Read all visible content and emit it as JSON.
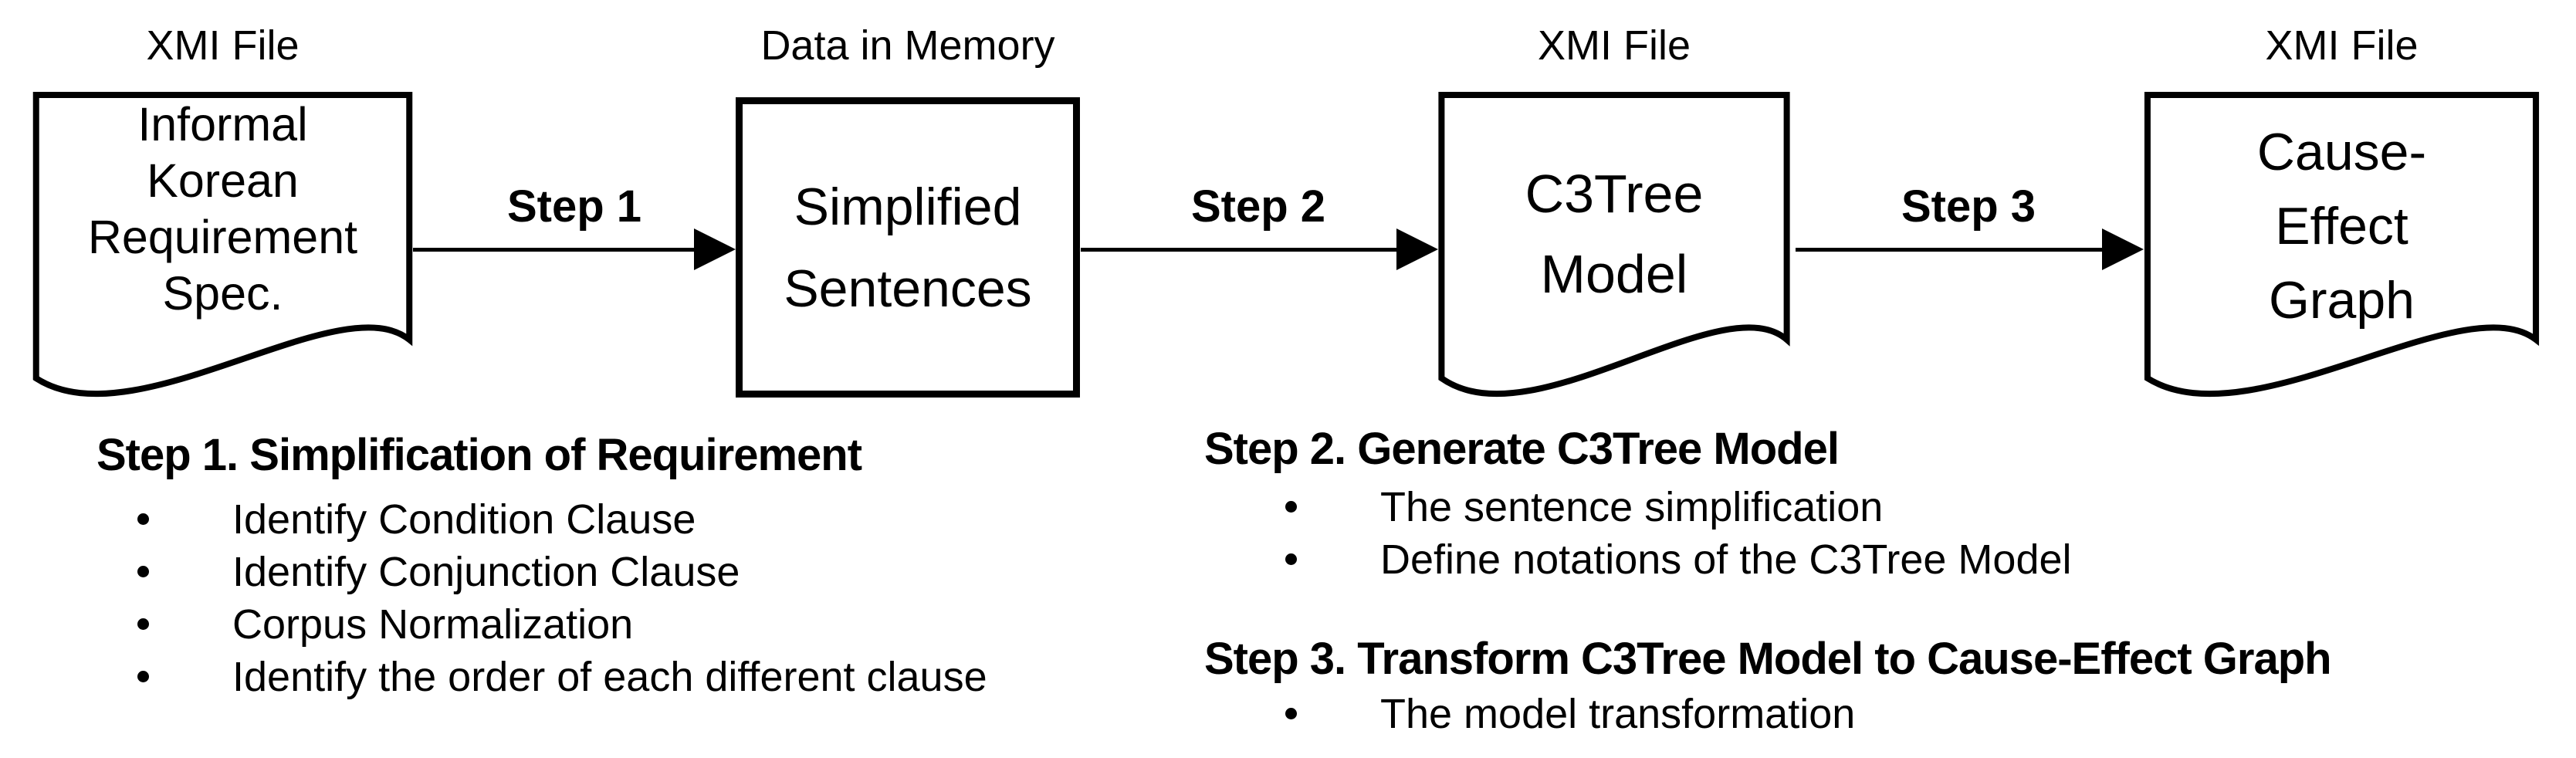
{
  "colors": {
    "ink": "#000000",
    "background": "#ffffff"
  },
  "pipeline": {
    "nodes": [
      {
        "shape": "document",
        "file_label": "XMI File",
        "lines": [
          "Informal",
          "Korean",
          "Requirement",
          "Spec."
        ]
      },
      {
        "shape": "rectangle",
        "file_label": "Data in Memory",
        "lines": [
          "Simplified",
          "Sentences"
        ]
      },
      {
        "shape": "document",
        "file_label": "XMI File",
        "lines": [
          "C3Tree",
          "Model"
        ]
      },
      {
        "shape": "document",
        "file_label": "XMI File",
        "lines": [
          "Cause-",
          "Effect",
          "Graph"
        ]
      }
    ],
    "arrows": [
      {
        "label": "Step 1"
      },
      {
        "label": "Step 2"
      },
      {
        "label": "Step 3"
      }
    ]
  },
  "legend": {
    "left": {
      "heading": "Step 1. Simplification of Requirement",
      "bullets": [
        "Identify Condition Clause",
        "Identify Conjunction Clause",
        "Corpus Normalization",
        "Identify the order of each different clause"
      ]
    },
    "right": [
      {
        "heading": "Step 2. Generate C3Tree Model",
        "bullets": [
          "The sentence simplification",
          "Define notations of the C3Tree Model"
        ]
      },
      {
        "heading": "Step 3. Transform C3Tree Model to Cause-Effect Graph",
        "bullets": [
          "The model transformation"
        ]
      }
    ]
  }
}
